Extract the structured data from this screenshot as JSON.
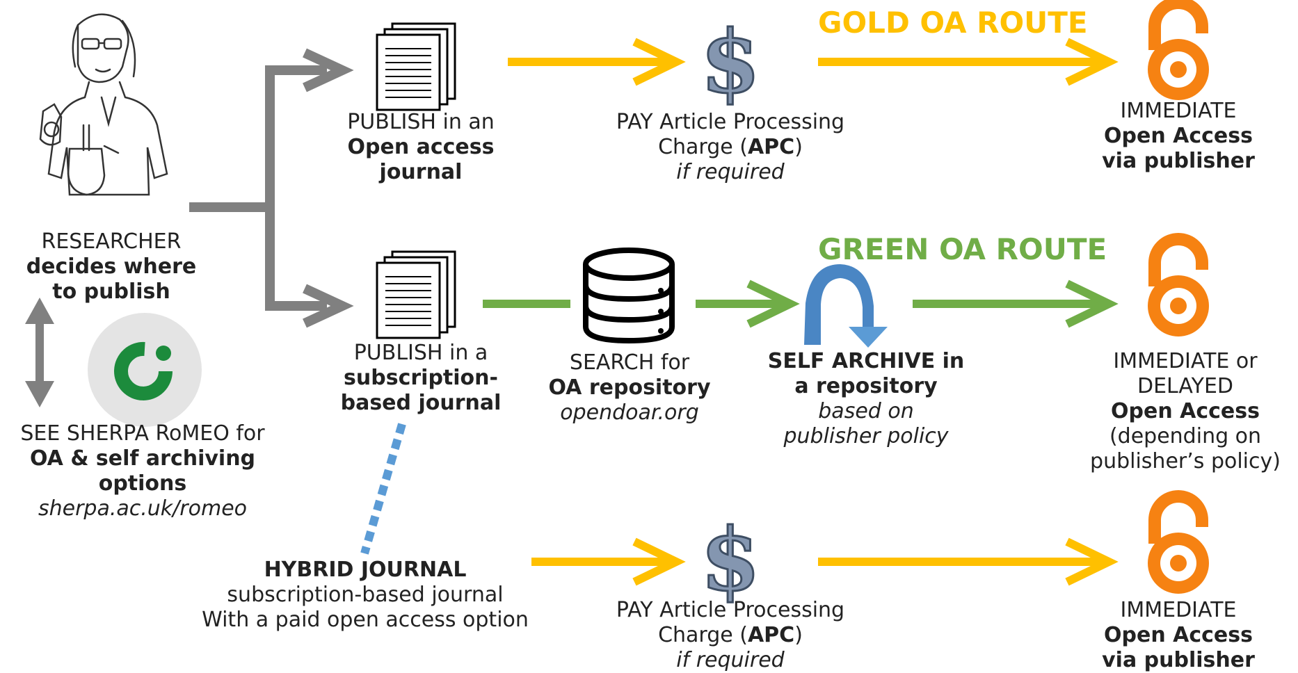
{
  "routes": {
    "gold": {
      "title": "GOLD OA ROUTE",
      "color": "#FFC000"
    },
    "green": {
      "title": "GREEN OA ROUTE",
      "color": "#70AD47"
    }
  },
  "colors": {
    "decision": "#808080",
    "hybrid_link": "#5B9BD5",
    "oa_icon": "#F68212",
    "archive_arrow": "#4A86C4",
    "sherpa_logo": "#1C8B3C"
  },
  "researcher": {
    "line1": "RESEARCHER",
    "line2": "decides where",
    "line3": "to publish"
  },
  "sherpa": {
    "line1": "SEE SHERPA RoMEO for",
    "line2": "OA & self archiving",
    "line3": "options",
    "line4": "sherpa.ac.uk/romeo"
  },
  "oa_journal": {
    "line1": "PUBLISH in an",
    "line2": "Open access",
    "line3": "journal"
  },
  "sub_journal": {
    "line1": "PUBLISH in a",
    "line2": "subscription-",
    "line3": "based journal"
  },
  "hybrid": {
    "line1": "HYBRID JOURNAL",
    "line2": "subscription-based journal",
    "line3": "With a paid open access option"
  },
  "apc_gold": {
    "line1": "PAY Article Processing",
    "line2_pre": "Charge (",
    "line2_bold": "APC",
    "line2_post": ")",
    "line3": "if required"
  },
  "apc_hybrid": {
    "line1": "PAY Article Processing",
    "line2_pre": "Charge (",
    "line2_bold": "APC",
    "line2_post": ")",
    "line3": "if required"
  },
  "search": {
    "line1": "SEARCH for",
    "line2": "OA repository",
    "line3": "opendoar.org"
  },
  "self_archive": {
    "line1": "SELF ARCHIVE in",
    "line2": "a repository",
    "line3": "based on",
    "line4": "publisher policy"
  },
  "result_gold": {
    "line1": "IMMEDIATE",
    "line2": "Open Access",
    "line3": "via publisher"
  },
  "result_green": {
    "line1": "IMMEDIATE or",
    "line2": "DELAYED",
    "line3": "Open Access",
    "line4": "(depending on",
    "line5": "publisher’s policy)"
  },
  "result_hybrid": {
    "line1": "IMMEDIATE",
    "line2": "Open Access",
    "line3": "via publisher"
  },
  "symbols": {
    "dollar": "$"
  }
}
